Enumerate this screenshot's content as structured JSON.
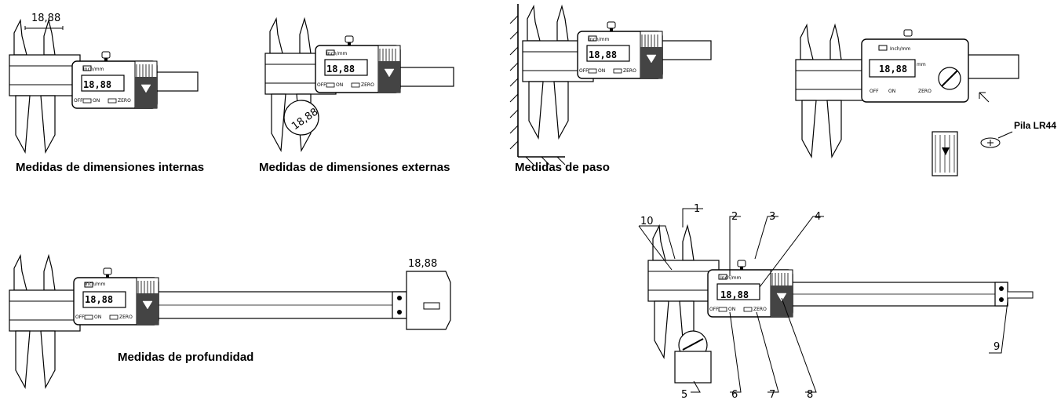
{
  "display_reading": "18,88",
  "unit_button_label": "Inch/mm",
  "unit_mm": "mm",
  "off_label": "OFF",
  "on_label": "ON",
  "zero_label": "ZERO",
  "battery_label": "Pila LR44",
  "captions": {
    "internal": "Medidas de dimensiones internas",
    "external": "Medidas de dimensiones externas",
    "step": "Medidas de paso",
    "depth": "Medidas de profundidad"
  },
  "part_numbers": [
    "1",
    "2",
    "3",
    "4",
    "5",
    "6",
    "7",
    "8",
    "9",
    "10"
  ]
}
